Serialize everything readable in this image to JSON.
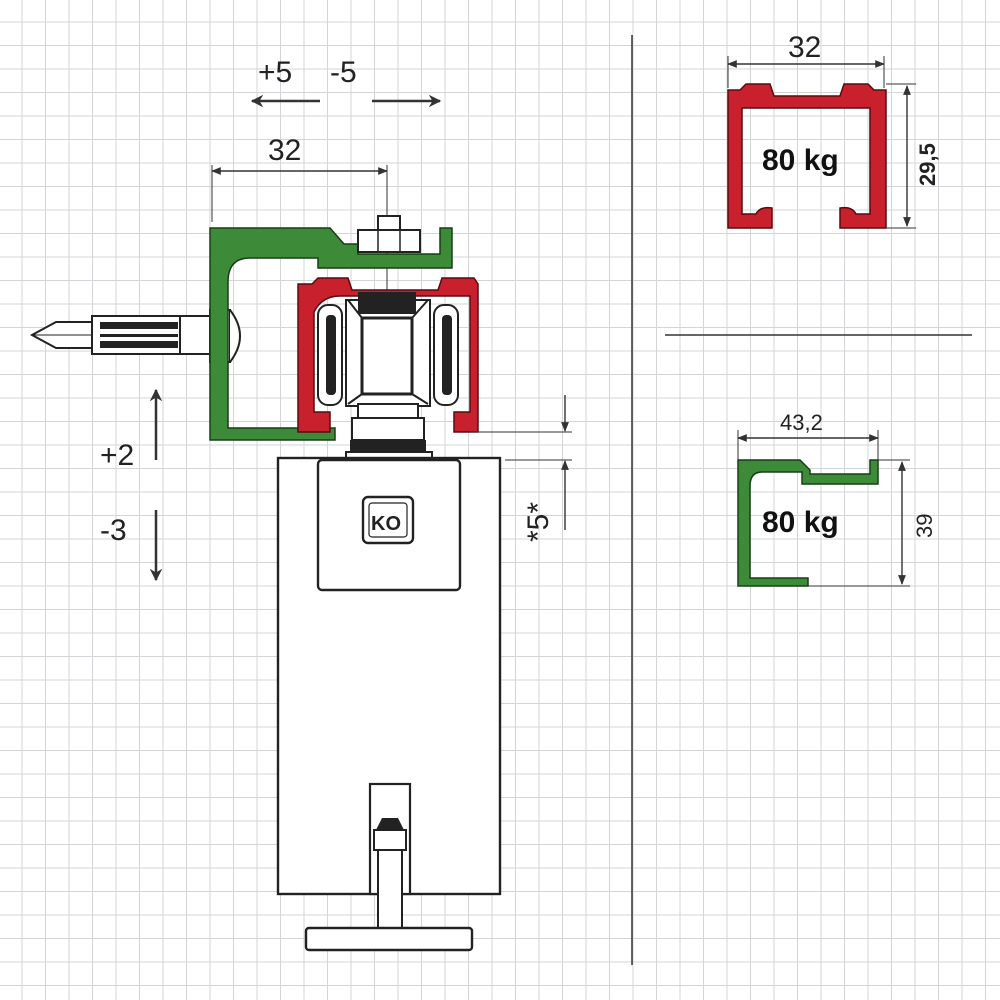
{
  "main_view": {
    "adjust_horizontal": {
      "plus": "+5",
      "minus": "-5"
    },
    "adjust_vertical": {
      "plus": "+2",
      "minus": "-3"
    },
    "offset_width": "32",
    "gap_dim": "*5*",
    "logo_text": "KO"
  },
  "profile_red": {
    "width": "32",
    "height": "29,5",
    "load": "80 kg",
    "color": "#c8202c"
  },
  "profile_green": {
    "width": "43,2",
    "height": "39",
    "load": "80 kg",
    "color": "#3d8a38"
  }
}
